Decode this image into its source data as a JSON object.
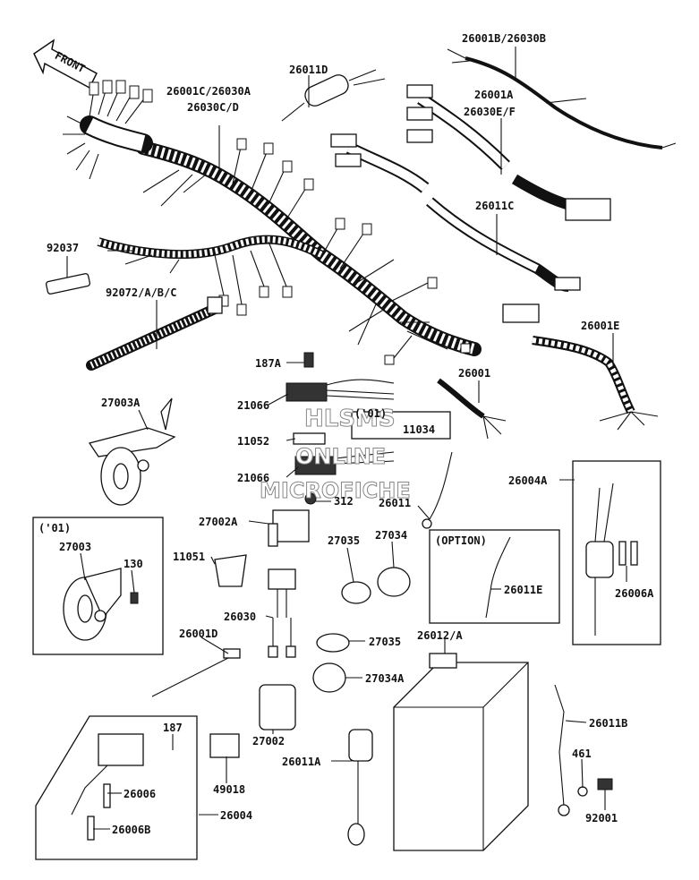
{
  "front_arrow": "FRONT",
  "watermark": {
    "line1": "HLSMS",
    "line2": "ONLINE",
    "line3": "MICROFICHE"
  },
  "boxes": {
    "y01_a": "('01)",
    "y01_b": "('01)",
    "option": "(OPTION)"
  },
  "labels": {
    "p26001B": "26001B/26030B",
    "p26011D": "26011D",
    "p26001C": "26001C/26030A",
    "p26030CD": "26030C/D",
    "p26001A": "26001A",
    "p26030EF": "26030E/F",
    "p92037": "92037",
    "p26011C": "26011C",
    "p92072": "92072/A/B/C",
    "p26001E": "26001E",
    "p187A": "187A",
    "p26001": "26001",
    "p21066a": "21066",
    "p27003A": "27003A",
    "p11034": "11034",
    "p11052": "11052",
    "p21066b": "21066",
    "p312": "312",
    "p26011": "26011",
    "p26004A": "26004A",
    "p27002A": "27002A",
    "p27003": "27003",
    "p130": "130",
    "p11051": "11051",
    "p27035a": "27035",
    "p27034": "27034",
    "p26011E": "26011E",
    "p26006A": "26006A",
    "p26030": "26030",
    "p26001D": "26001D",
    "p27035b": "27035",
    "p26012": "26012/A",
    "p27034A": "27034A",
    "p187": "187",
    "p27002": "27002",
    "p26011B": "26011B",
    "p26011A": "26011A",
    "p49018": "49018",
    "p461": "461",
    "p26006": "26006",
    "p26004": "26004",
    "p92001": "92001",
    "p26006B": "26006B"
  }
}
